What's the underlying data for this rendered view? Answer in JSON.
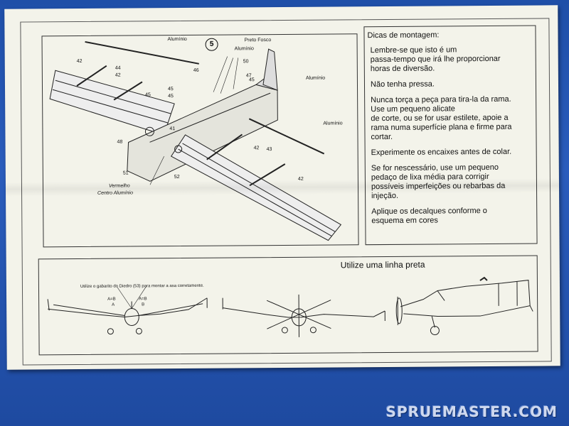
{
  "diagram": {
    "step_number": "5",
    "labels": {
      "aluminio_1": "Alumínio",
      "aluminio_2": "Alumínio",
      "aluminio_3": "Alumínio",
      "aluminio_4": "Alumínio",
      "preto_fosco": "Preto Fosco",
      "vermelho": "Vermelho",
      "centro_aluminio": "Centro Alumínio",
      "p42a": "42",
      "p42b": "42",
      "p42c": "42",
      "p42d": "42",
      "p44": "44",
      "p45a": "45",
      "p45b": "45",
      "p45c": "45",
      "p45d": "45",
      "p46": "46",
      "p47": "47",
      "p50": "50",
      "p41": "41",
      "p48": "48",
      "p51": "51",
      "p52": "52",
      "p43": "43"
    }
  },
  "tips": {
    "title": "Dicas de montagem:",
    "paragraphs": [
      "Lembre-se que isto é um\npassa-tempo que irá lhe proporcionar\nhoras de diversão.",
      "Não tenha pressa.",
      "Nunca torça a peça para tira-la da rama.\nUse um pequeno alicate\nde corte, ou se for usar estilete, apoie a\nrama numa superfície plana e firme para\ncortar.",
      "Experimente os encaixes antes de colar.",
      "Se for nescessário, use um pequeno\npedaço de lixa média para corrigir\npossíveis imperfeições ou rebarbas da\ninjeção.",
      "Aplique os decalques conforme o\nesquema em cores"
    ]
  },
  "bottom": {
    "heading": "Utilize uma linha preta",
    "dihedral_note": "Utilize o gabarito do Diedro (53) para montar a asa corretamente.",
    "labels": {
      "a_eq_b_1": "A=B",
      "a_eq_b_2": "A=B",
      "a": "A",
      "b": "B"
    }
  },
  "watermark": "SPRUEMASTER.COM",
  "colors": {
    "page_background": "#2a5cbc",
    "paper": "#f3f3ea",
    "ink": "#111111"
  }
}
